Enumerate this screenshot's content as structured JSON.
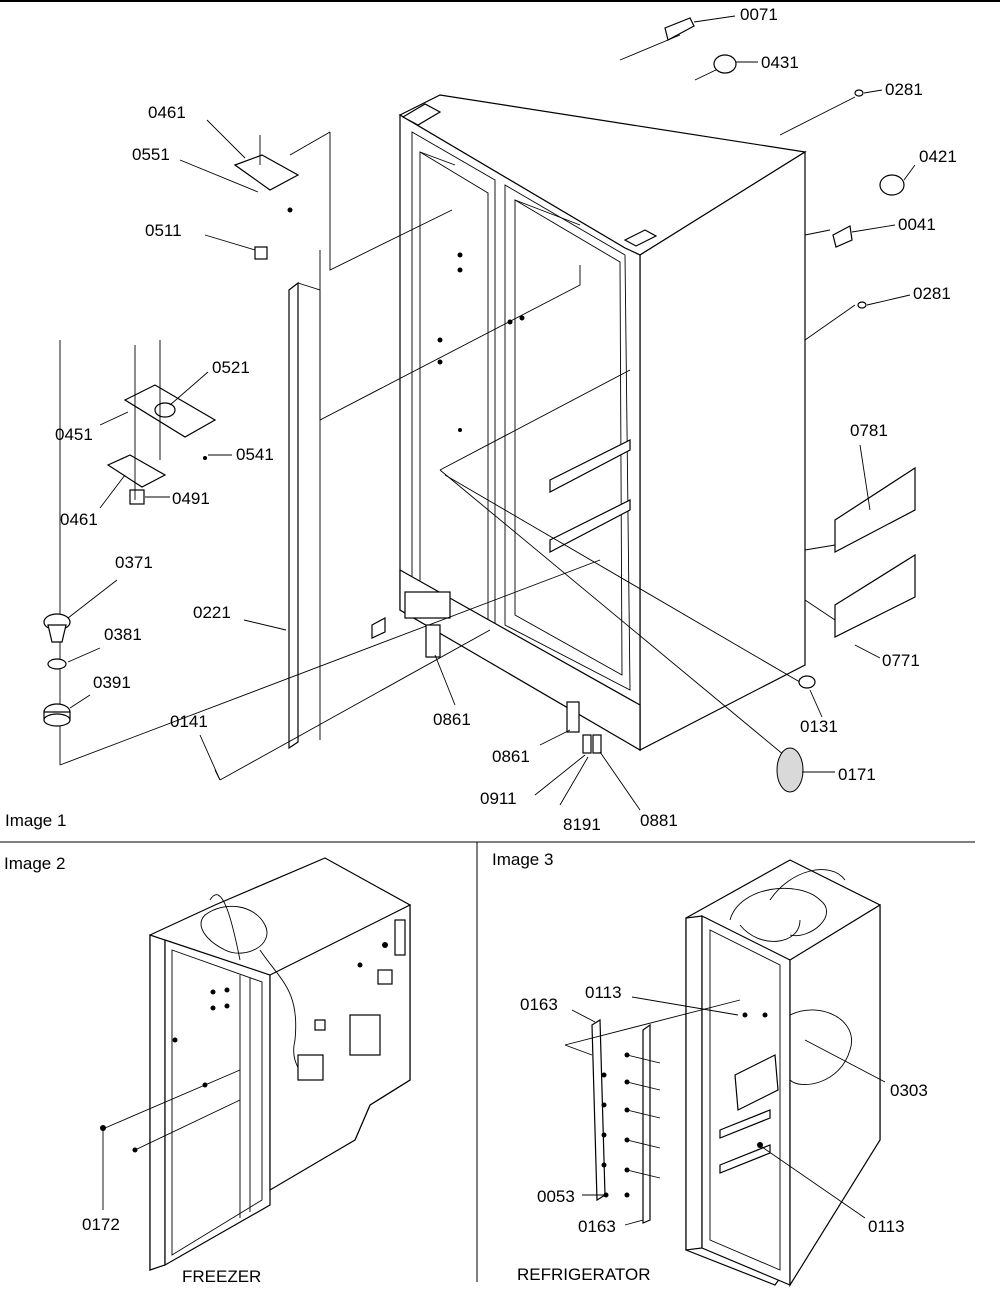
{
  "panels": [
    {
      "caption": "Image 1"
    },
    {
      "caption": "Image 2",
      "name": "FREEZER"
    },
    {
      "caption": "Image 3",
      "name": "REFRIGERATOR"
    }
  ],
  "callouts": [
    "0071",
    "0431",
    "0281",
    "0421",
    "0041",
    "0281",
    "0461",
    "0551",
    "0511",
    "0521",
    "0451",
    "0541",
    "0461",
    "0491",
    "0781",
    "0371",
    "0381",
    "0391",
    "0221",
    "0141",
    "0861",
    "0861",
    "0911",
    "8191",
    "0881",
    "0131",
    "0171",
    "0771",
    "0113",
    "0163",
    "0303",
    "0172",
    "0053",
    "0163",
    "0113"
  ]
}
